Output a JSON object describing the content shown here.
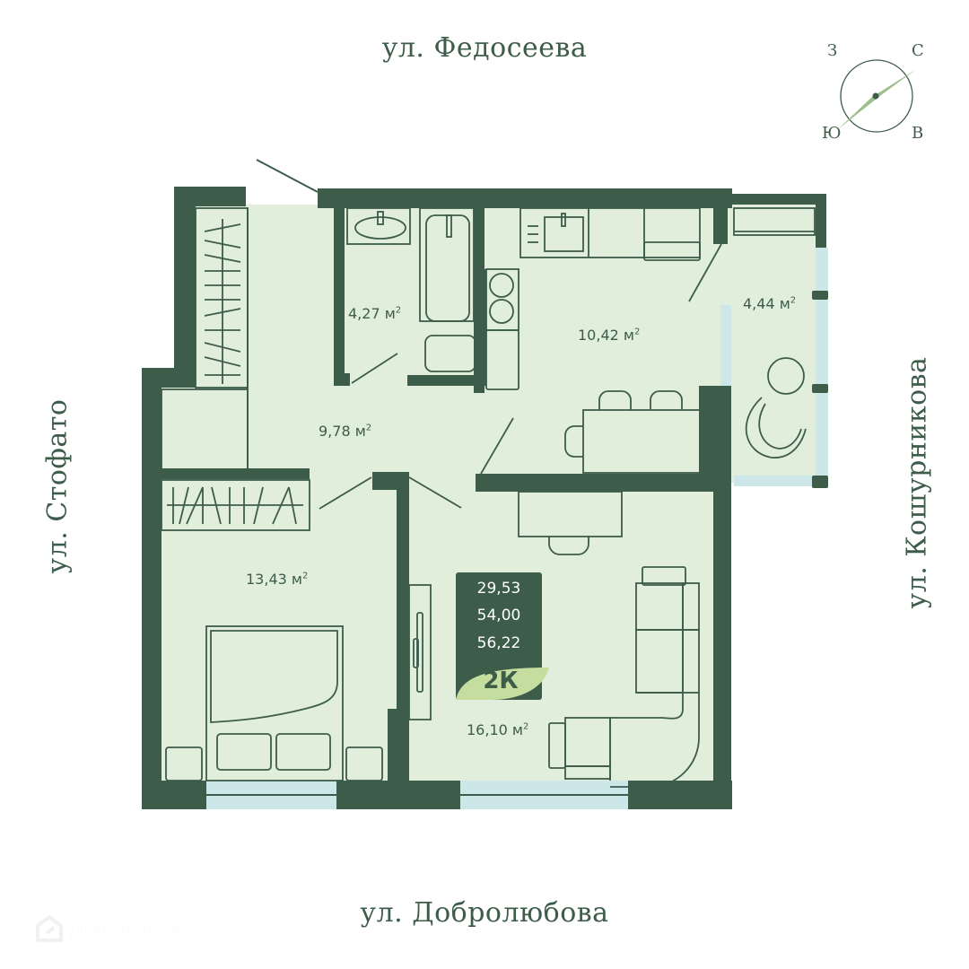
{
  "streets": {
    "top": "ул. Федосеева",
    "bottom": "ул. Добролюбова",
    "left": "ул. Стофато",
    "right": "ул. Кошурникова"
  },
  "compass": {
    "north": "С",
    "west": "З",
    "south": "Ю",
    "east": "В"
  },
  "rooms": [
    {
      "id": "bathroom",
      "area": "4,27",
      "unit": "м",
      "sup": "2"
    },
    {
      "id": "kitchen",
      "area": "10,42",
      "unit": "м",
      "sup": "2"
    },
    {
      "id": "balcony",
      "area": "4,44",
      "unit": "м",
      "sup": "2"
    },
    {
      "id": "hallway",
      "area": "9,78",
      "unit": "м",
      "sup": "2"
    },
    {
      "id": "bedroom",
      "area": "13,43",
      "unit": "м",
      "sup": "2"
    },
    {
      "id": "living_room",
      "area": "16,10",
      "unit": "м",
      "sup": "2"
    }
  ],
  "summary": {
    "living_area": "29,53",
    "total_area": "54,00",
    "total_with_balcony": "56,22",
    "type": "2К"
  },
  "watermark": "Домклик",
  "colors": {
    "wall": "#3d5c4a",
    "floor": "#e2eedc",
    "window": "#cde6e8",
    "leaf": "#c5dea0",
    "compass_needle": "#9dbf8c"
  }
}
